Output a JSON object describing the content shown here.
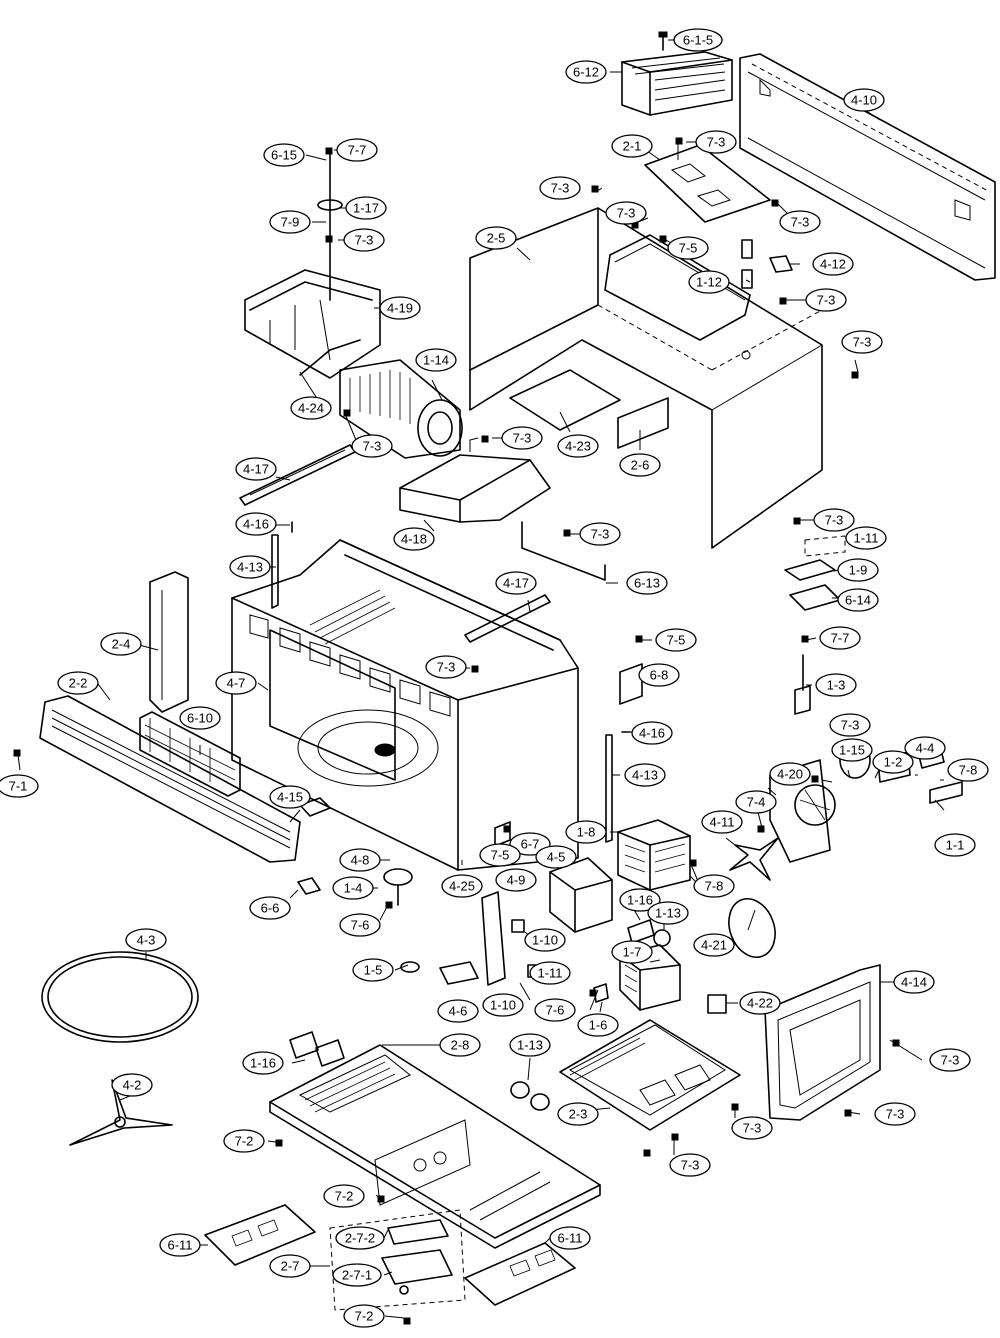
{
  "callouts": [
    {
      "id": "c-6-1-5",
      "text": "6-1-5"
    },
    {
      "id": "c-6-12",
      "text": "6-12"
    },
    {
      "id": "c-4-10",
      "text": "4-10"
    },
    {
      "id": "c-7-3-top",
      "text": "7-3"
    },
    {
      "id": "c-2-1",
      "text": "2-1"
    },
    {
      "id": "c-6-15",
      "text": "6-15"
    },
    {
      "id": "c-7-7-top",
      "text": "7-7"
    },
    {
      "id": "c-7-3-a",
      "text": "7-3"
    },
    {
      "id": "c-1-17",
      "text": "1-17"
    },
    {
      "id": "c-7-3-b",
      "text": "7-3"
    },
    {
      "id": "c-7-3-c",
      "text": "7-3"
    },
    {
      "id": "c-7-9",
      "text": "7-9"
    },
    {
      "id": "c-7-3-d",
      "text": "7-3"
    },
    {
      "id": "c-2-5",
      "text": "2-5"
    },
    {
      "id": "c-7-5-top",
      "text": "7-5"
    },
    {
      "id": "c-4-12",
      "text": "4-12"
    },
    {
      "id": "c-1-12",
      "text": "1-12"
    },
    {
      "id": "c-7-3-e",
      "text": "7-3"
    },
    {
      "id": "c-4-19",
      "text": "4-19"
    },
    {
      "id": "c-7-3-f",
      "text": "7-3"
    },
    {
      "id": "c-1-14",
      "text": "1-14"
    },
    {
      "id": "c-4-24",
      "text": "4-24"
    },
    {
      "id": "c-7-3-g",
      "text": "7-3"
    },
    {
      "id": "c-7-3-h",
      "text": "7-3"
    },
    {
      "id": "c-4-23",
      "text": "4-23"
    },
    {
      "id": "c-2-6",
      "text": "2-6"
    },
    {
      "id": "c-4-17-left",
      "text": "4-17"
    },
    {
      "id": "c-4-16-left",
      "text": "4-16"
    },
    {
      "id": "c-4-18",
      "text": "4-18"
    },
    {
      "id": "c-7-3-i",
      "text": "7-3"
    },
    {
      "id": "c-7-3-j",
      "text": "7-3"
    },
    {
      "id": "c-1-11-top",
      "text": "1-11"
    },
    {
      "id": "c-4-13-left",
      "text": "4-13"
    },
    {
      "id": "c-1-9",
      "text": "1-9"
    },
    {
      "id": "c-6-13",
      "text": "6-13"
    },
    {
      "id": "c-4-17-mid",
      "text": "4-17"
    },
    {
      "id": "c-6-14",
      "text": "6-14"
    },
    {
      "id": "c-2-4",
      "text": "2-4"
    },
    {
      "id": "c-7-5-mid",
      "text": "7-5"
    },
    {
      "id": "c-7-7-mid",
      "text": "7-7"
    },
    {
      "id": "c-2-2",
      "text": "2-2"
    },
    {
      "id": "c-4-7",
      "text": "4-7"
    },
    {
      "id": "c-7-3-k",
      "text": "7-3"
    },
    {
      "id": "c-6-8",
      "text": "6-8"
    },
    {
      "id": "c-1-3",
      "text": "1-3"
    },
    {
      "id": "c-6-10",
      "text": "6-10"
    },
    {
      "id": "c-4-16-right",
      "text": "4-16"
    },
    {
      "id": "c-7-3-l",
      "text": "7-3"
    },
    {
      "id": "c-4-4",
      "text": "4-4"
    },
    {
      "id": "c-1-15",
      "text": "1-15"
    },
    {
      "id": "c-1-2",
      "text": "1-2"
    },
    {
      "id": "c-7-8-right",
      "text": "7-8"
    },
    {
      "id": "c-7-1",
      "text": "7-1"
    },
    {
      "id": "c-4-13-right",
      "text": "4-13"
    },
    {
      "id": "c-4-20",
      "text": "4-20"
    },
    {
      "id": "c-4-15",
      "text": "4-15"
    },
    {
      "id": "c-6-7",
      "text": "6-7"
    },
    {
      "id": "c-7-4",
      "text": "7-4"
    },
    {
      "id": "c-4-11",
      "text": "4-11"
    },
    {
      "id": "c-1-1",
      "text": "1-1"
    },
    {
      "id": "c-1-8",
      "text": "1-8"
    },
    {
      "id": "c-7-5-low",
      "text": "7-5"
    },
    {
      "id": "c-4-8",
      "text": "4-8"
    },
    {
      "id": "c-4-5",
      "text": "4-5"
    },
    {
      "id": "c-4-9",
      "text": "4-9"
    },
    {
      "id": "c-1-4",
      "text": "1-4"
    },
    {
      "id": "c-4-25",
      "text": "4-25"
    },
    {
      "id": "c-7-8-mid",
      "text": "7-8"
    },
    {
      "id": "c-6-6",
      "text": "6-6"
    },
    {
      "id": "c-7-6-left",
      "text": "7-6"
    },
    {
      "id": "c-1-16-mid",
      "text": "1-16"
    },
    {
      "id": "c-1-13-mid",
      "text": "1-13"
    },
    {
      "id": "c-1-10-a",
      "text": "1-10"
    },
    {
      "id": "c-4-21",
      "text": "4-21"
    },
    {
      "id": "c-4-3",
      "text": "4-3"
    },
    {
      "id": "c-1-7",
      "text": "1-7"
    },
    {
      "id": "c-1-5",
      "text": "1-5"
    },
    {
      "id": "c-1-11-low",
      "text": "1-11"
    },
    {
      "id": "c-4-14",
      "text": "4-14"
    },
    {
      "id": "c-4-22",
      "text": "4-22"
    },
    {
      "id": "c-4-6",
      "text": "4-6"
    },
    {
      "id": "c-1-10-b",
      "text": "1-10"
    },
    {
      "id": "c-7-6-right",
      "text": "7-6"
    },
    {
      "id": "c-1-6",
      "text": "1-6"
    },
    {
      "id": "c-2-8",
      "text": "2-8"
    },
    {
      "id": "c-1-16-low",
      "text": "1-16"
    },
    {
      "id": "c-1-13-low",
      "text": "1-13"
    },
    {
      "id": "c-7-3-m",
      "text": "7-3"
    },
    {
      "id": "c-2-3",
      "text": "2-3"
    },
    {
      "id": "c-4-2",
      "text": "4-2"
    },
    {
      "id": "c-7-3-n",
      "text": "7-3"
    },
    {
      "id": "c-7-3-o",
      "text": "7-3"
    },
    {
      "id": "c-7-2-a",
      "text": "7-2"
    },
    {
      "id": "c-7-3-p",
      "text": "7-3"
    },
    {
      "id": "c-7-2-b",
      "text": "7-2"
    },
    {
      "id": "c-6-11-left",
      "text": "6-11"
    },
    {
      "id": "c-2-7-2",
      "text": "2-7-2"
    },
    {
      "id": "c-6-11-right",
      "text": "6-11"
    },
    {
      "id": "c-2-7",
      "text": "2-7"
    },
    {
      "id": "c-2-7-1",
      "text": "2-7-1"
    },
    {
      "id": "c-7-2-c",
      "text": "7-2"
    }
  ]
}
